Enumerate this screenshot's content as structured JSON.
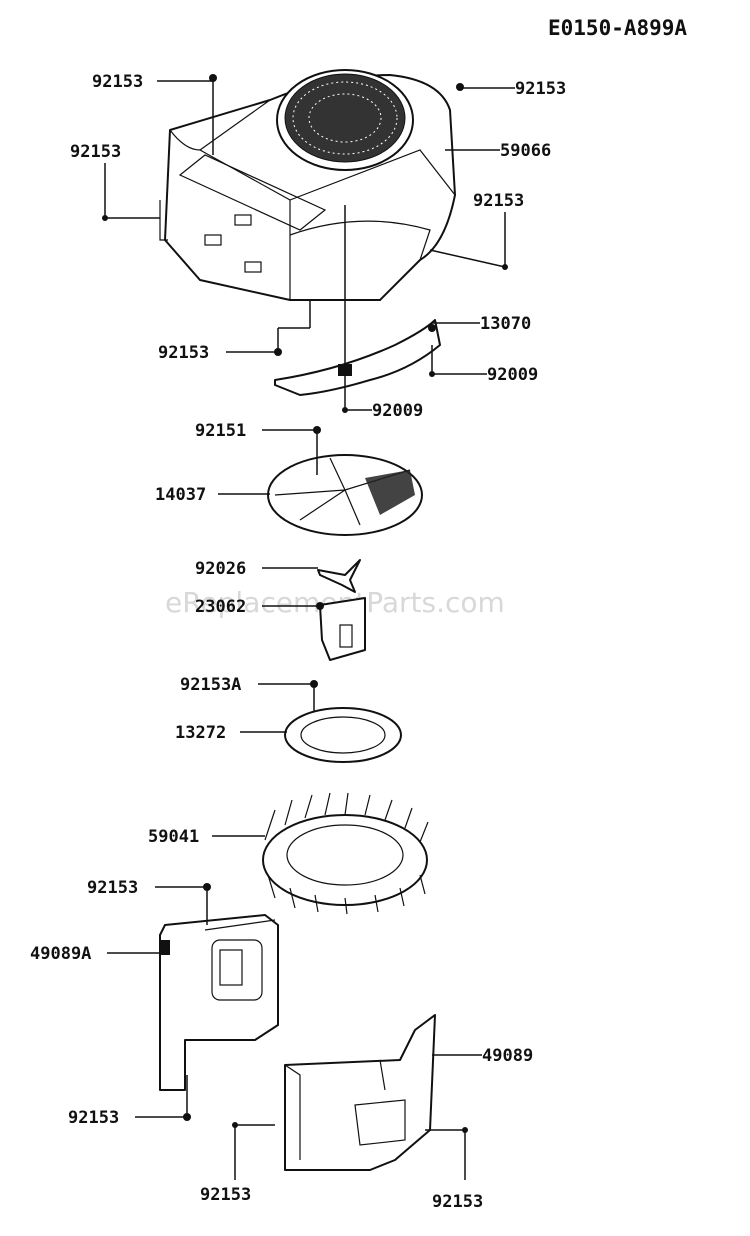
{
  "diagram_code": "E0150-A899A",
  "watermark": "eReplacementParts.com",
  "callouts": [
    {
      "id": "c1",
      "label": "92153"
    },
    {
      "id": "c2",
      "label": "92153"
    },
    {
      "id": "c3",
      "label": "92153"
    },
    {
      "id": "c4",
      "label": "59066"
    },
    {
      "id": "c5",
      "label": "92153"
    },
    {
      "id": "c6",
      "label": "92153"
    },
    {
      "id": "c7",
      "label": "13070"
    },
    {
      "id": "c8",
      "label": "92009"
    },
    {
      "id": "c9",
      "label": "92009"
    },
    {
      "id": "c10",
      "label": "92151"
    },
    {
      "id": "c11",
      "label": "14037"
    },
    {
      "id": "c12",
      "label": "92026"
    },
    {
      "id": "c13",
      "label": "23062"
    },
    {
      "id": "c14",
      "label": "92153A"
    },
    {
      "id": "c15",
      "label": "13272"
    },
    {
      "id": "c16",
      "label": "59041"
    },
    {
      "id": "c17",
      "label": "92153"
    },
    {
      "id": "c18",
      "label": "49089A"
    },
    {
      "id": "c19",
      "label": "49089"
    },
    {
      "id": "c20",
      "label": "92153"
    },
    {
      "id": "c21",
      "label": "92153"
    },
    {
      "id": "c22",
      "label": "92153"
    }
  ]
}
